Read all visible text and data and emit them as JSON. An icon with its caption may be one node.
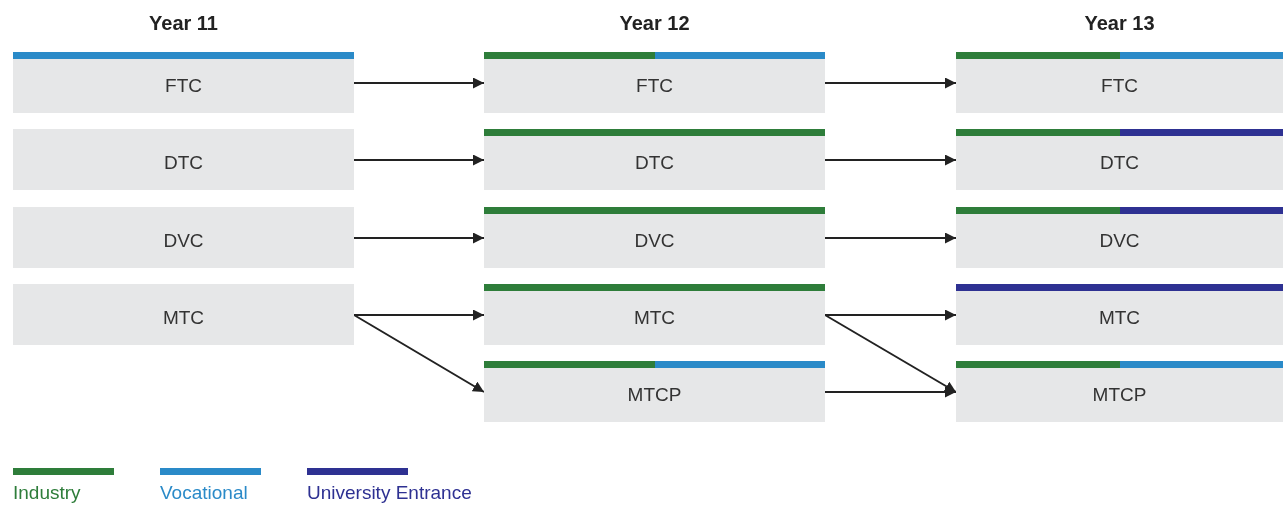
{
  "diagram": {
    "nodes": [
      {
        "text": [
          "FTC"
        ]
      },
      {
        "text": [
          "DTC"
        ]
      },
      {
        "text": [
          "DVC"
        ]
      },
      {
        "text": [
          "MTC"
        ]
      },
      {
        "text": [
          "FTC"
        ]
      },
      {
        "text": [
          "DTC"
        ]
      },
      {
        "text": [
          "DVC"
        ]
      },
      {
        "text": [
          "MTC"
        ]
      },
      {
        "text": [
          "MTCP"
        ]
      },
      {
        "text": [
          "FTC"
        ]
      },
      {
        "text": [
          "DTC"
        ]
      },
      {
        "text": [
          "DVC"
        ]
      },
      {
        "text": [
          "MTC"
        ]
      },
      {
        "text": [
          "MTCP"
        ]
      }
    ],
    "edges": [
      {
        "from": 0,
        "to": 4,
        "arrow": "to"
      },
      {
        "from": 4,
        "to": 9,
        "arrow": "to"
      },
      {
        "from": 1,
        "to": 5,
        "arrow": "to"
      },
      {
        "from": 5,
        "to": 10,
        "arrow": "to"
      },
      {
        "from": 2,
        "to": 6,
        "arrow": "to"
      },
      {
        "from": 6,
        "to": 11,
        "arrow": "to"
      },
      {
        "from": 3,
        "to": 7,
        "arrow": "to"
      },
      {
        "from": 3,
        "to": 8,
        "arrow": "to"
      },
      {
        "from": 7,
        "to": 12,
        "arrow": "to"
      },
      {
        "from": 7,
        "to": 13,
        "arrow": "to"
      },
      {
        "from": 8,
        "to": 13,
        "arrow": "to"
      }
    ],
    "labels": [
      "Year 11",
      "Year 12",
      "Year 13"
    ],
    "legend": [
      {
        "text": "Industry",
        "color": "#2e7d3a"
      },
      {
        "text": "Vocational",
        "color": "#2a8ac8"
      },
      {
        "text": "University Entrance",
        "color": "#2e3192"
      }
    ]
  }
}
